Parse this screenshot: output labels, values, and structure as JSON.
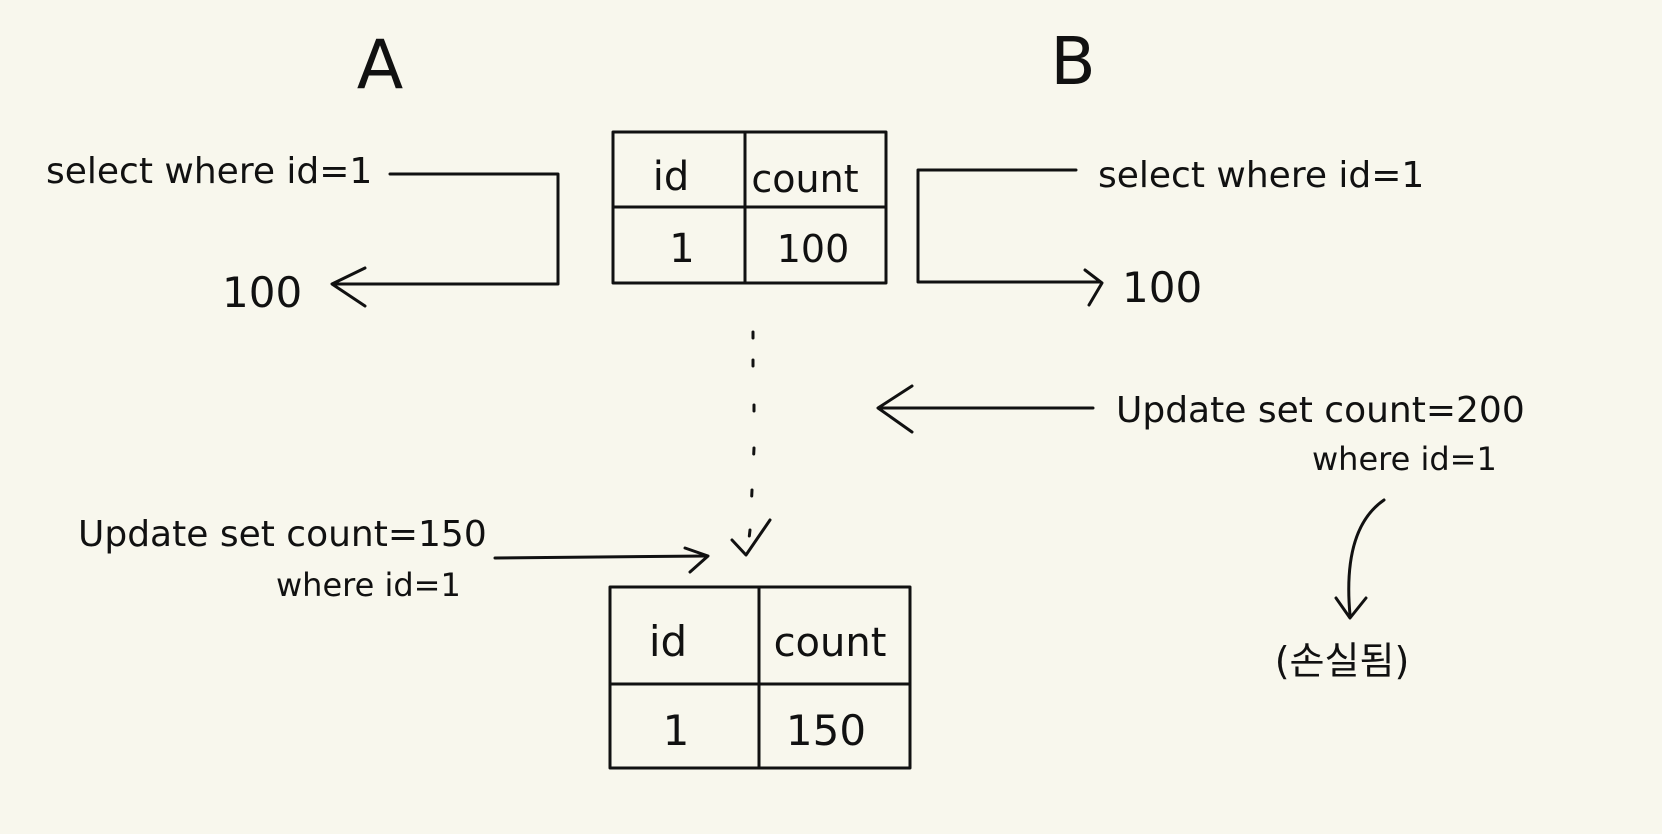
{
  "diagram": {
    "colors": {
      "background": "#f8f7ed",
      "ink": "#111111"
    },
    "labels": {
      "a": "A",
      "b": "B"
    },
    "table_top": {
      "headers": [
        "id",
        "count"
      ],
      "row": [
        "1",
        "100"
      ]
    },
    "table_bottom": {
      "headers": [
        "id",
        "count"
      ],
      "row": [
        "1",
        "150"
      ]
    },
    "a_select": "select where id=1",
    "a_result": "100",
    "b_select": "select where id=1",
    "b_result": "100",
    "b_update_line1": "Update set count=200",
    "b_update_line2": "where id=1",
    "a_update_line1": "Update set count=150",
    "a_update_line2": "where id=1",
    "lost_note": "(손실됨)"
  }
}
